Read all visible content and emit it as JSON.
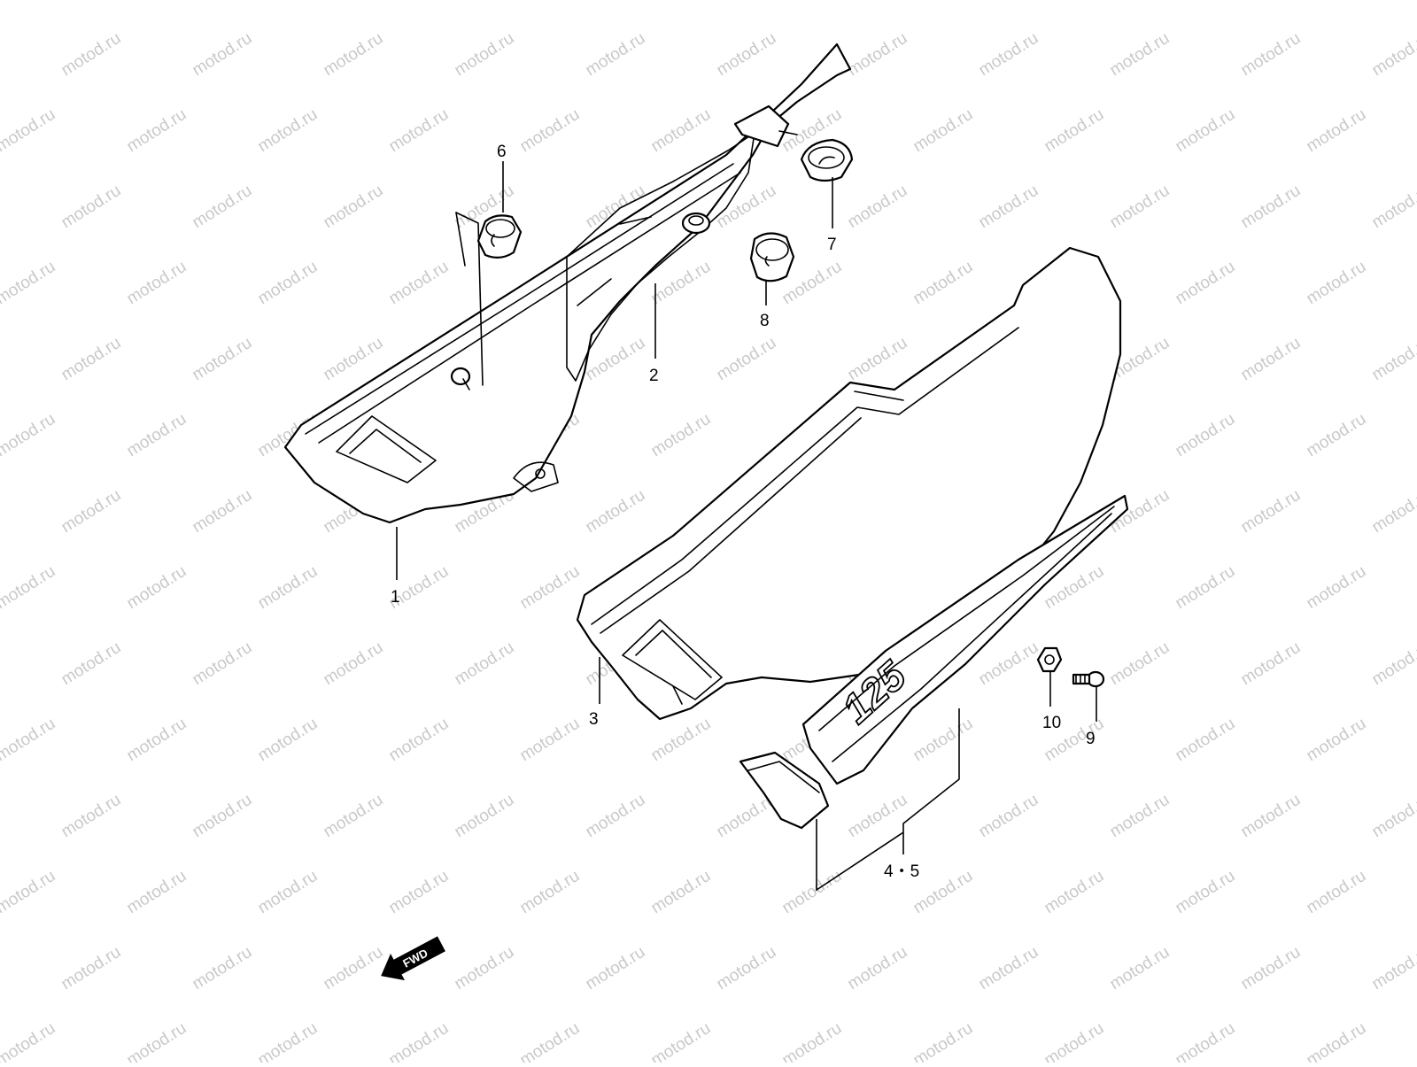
{
  "watermark": "motod.ru",
  "callouts": {
    "p1": "1",
    "p2": "2",
    "p3": "3",
    "p45": "4・5",
    "p6": "6",
    "p7": "7",
    "p8": "8",
    "p9": "9",
    "p10": "10"
  },
  "decal_text": "125",
  "fwd_label": "FWD",
  "colors": {
    "line": "#000000",
    "background": "#ffffff",
    "watermark": "#c9c9c9"
  }
}
